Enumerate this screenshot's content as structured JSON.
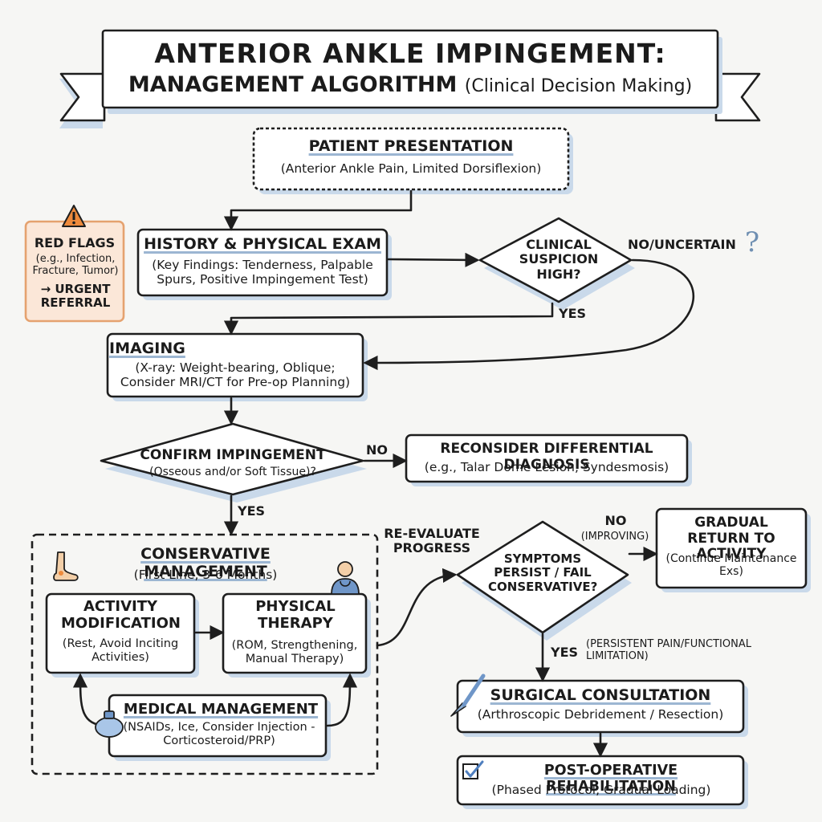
{
  "title": {
    "line1": "ANTERIOR ANKLE IMPINGEMENT:",
    "line2": "MANAGEMENT ALGORITHM",
    "line2_sub": "(Clinical Decision Making)"
  },
  "presentation": {
    "head": "PATIENT PRESENTATION",
    "body": "(Anterior Ankle Pain, Limited Dorsiflexion)"
  },
  "red_flags": {
    "head": "RED FLAGS",
    "body": "(e.g., Infection, Fracture, Tumor)",
    "action": "→ URGENT REFERRAL"
  },
  "history": {
    "head": "HISTORY & PHYSICAL EXAM",
    "body": "(Key Findings: Tenderness, Palpable Spurs, Positive Impingement Test)"
  },
  "suspicion": {
    "text": "CLINICAL SUSPICION HIGH?",
    "no_label": "NO/UNCERTAIN",
    "yes_label": "YES"
  },
  "imaging": {
    "head": "IMAGING",
    "body": "(X-ray: Weight-bearing, Oblique; Consider MRI/CT for Pre-op Planning)"
  },
  "confirm": {
    "head": "CONFIRM IMPINGEMENT",
    "body": "(Osseous and/or Soft Tissue)?",
    "no_label": "NO",
    "yes_label": "YES"
  },
  "differential": {
    "head": "RECONSIDER DIFFERENTIAL DIAGNOSIS",
    "body": "(e.g., Talar Dome Lesion, Syndesmosis)"
  },
  "conservative": {
    "head": "CONSERVATIVE MANAGEMENT",
    "body": "(First Line, 3-6 Months)",
    "activity": {
      "head": "ACTIVITY MODIFICATION",
      "body": "(Rest, Avoid Inciting Activities)"
    },
    "pt": {
      "head": "PHYSICAL THERAPY",
      "body": "(ROM, Strengthening, Manual Therapy)"
    },
    "medical": {
      "head": "MEDICAL MANAGEMENT",
      "body": "(NSAIDs, Ice, Consider Injection - Corticosteroid/PRP)"
    }
  },
  "reevaluate": "RE-EVALUATE PROGRESS",
  "symptoms": {
    "text": "SYMPTOMS PERSIST / FAIL CONSERVATIVE?",
    "no_label": "NO",
    "no_note": "(IMPROVING)",
    "yes_label": "YES",
    "yes_note": "(PERSISTENT PAIN/FUNCTIONAL LIMITATION)"
  },
  "return": {
    "head": "GRADUAL RETURN TO ACTIVITY",
    "body": "(Continue Maintenance Exs)"
  },
  "surgical": {
    "head": "SURGICAL CONSULTATION",
    "body": "(Arthroscopic Debridement / Resection)"
  },
  "postop": {
    "head": "POST-OPERATIVE REHABILITATION",
    "body": "(Phased Protocol, Gradual Loading)"
  },
  "icons": [
    "warning-icon",
    "question-mark-icon",
    "foot-icon",
    "therapist-icon",
    "ice-pack-icon",
    "scalpel-icon",
    "checkbox-icon"
  ],
  "colors": {
    "outline": "#1e1e1e",
    "shadow": "#c9d9ea",
    "red_flag_border": "#e5a26f",
    "red_flag_fill": "#fbe7d8",
    "warning": "#ee8a3c",
    "accent_blue": "#9cb6d2"
  }
}
